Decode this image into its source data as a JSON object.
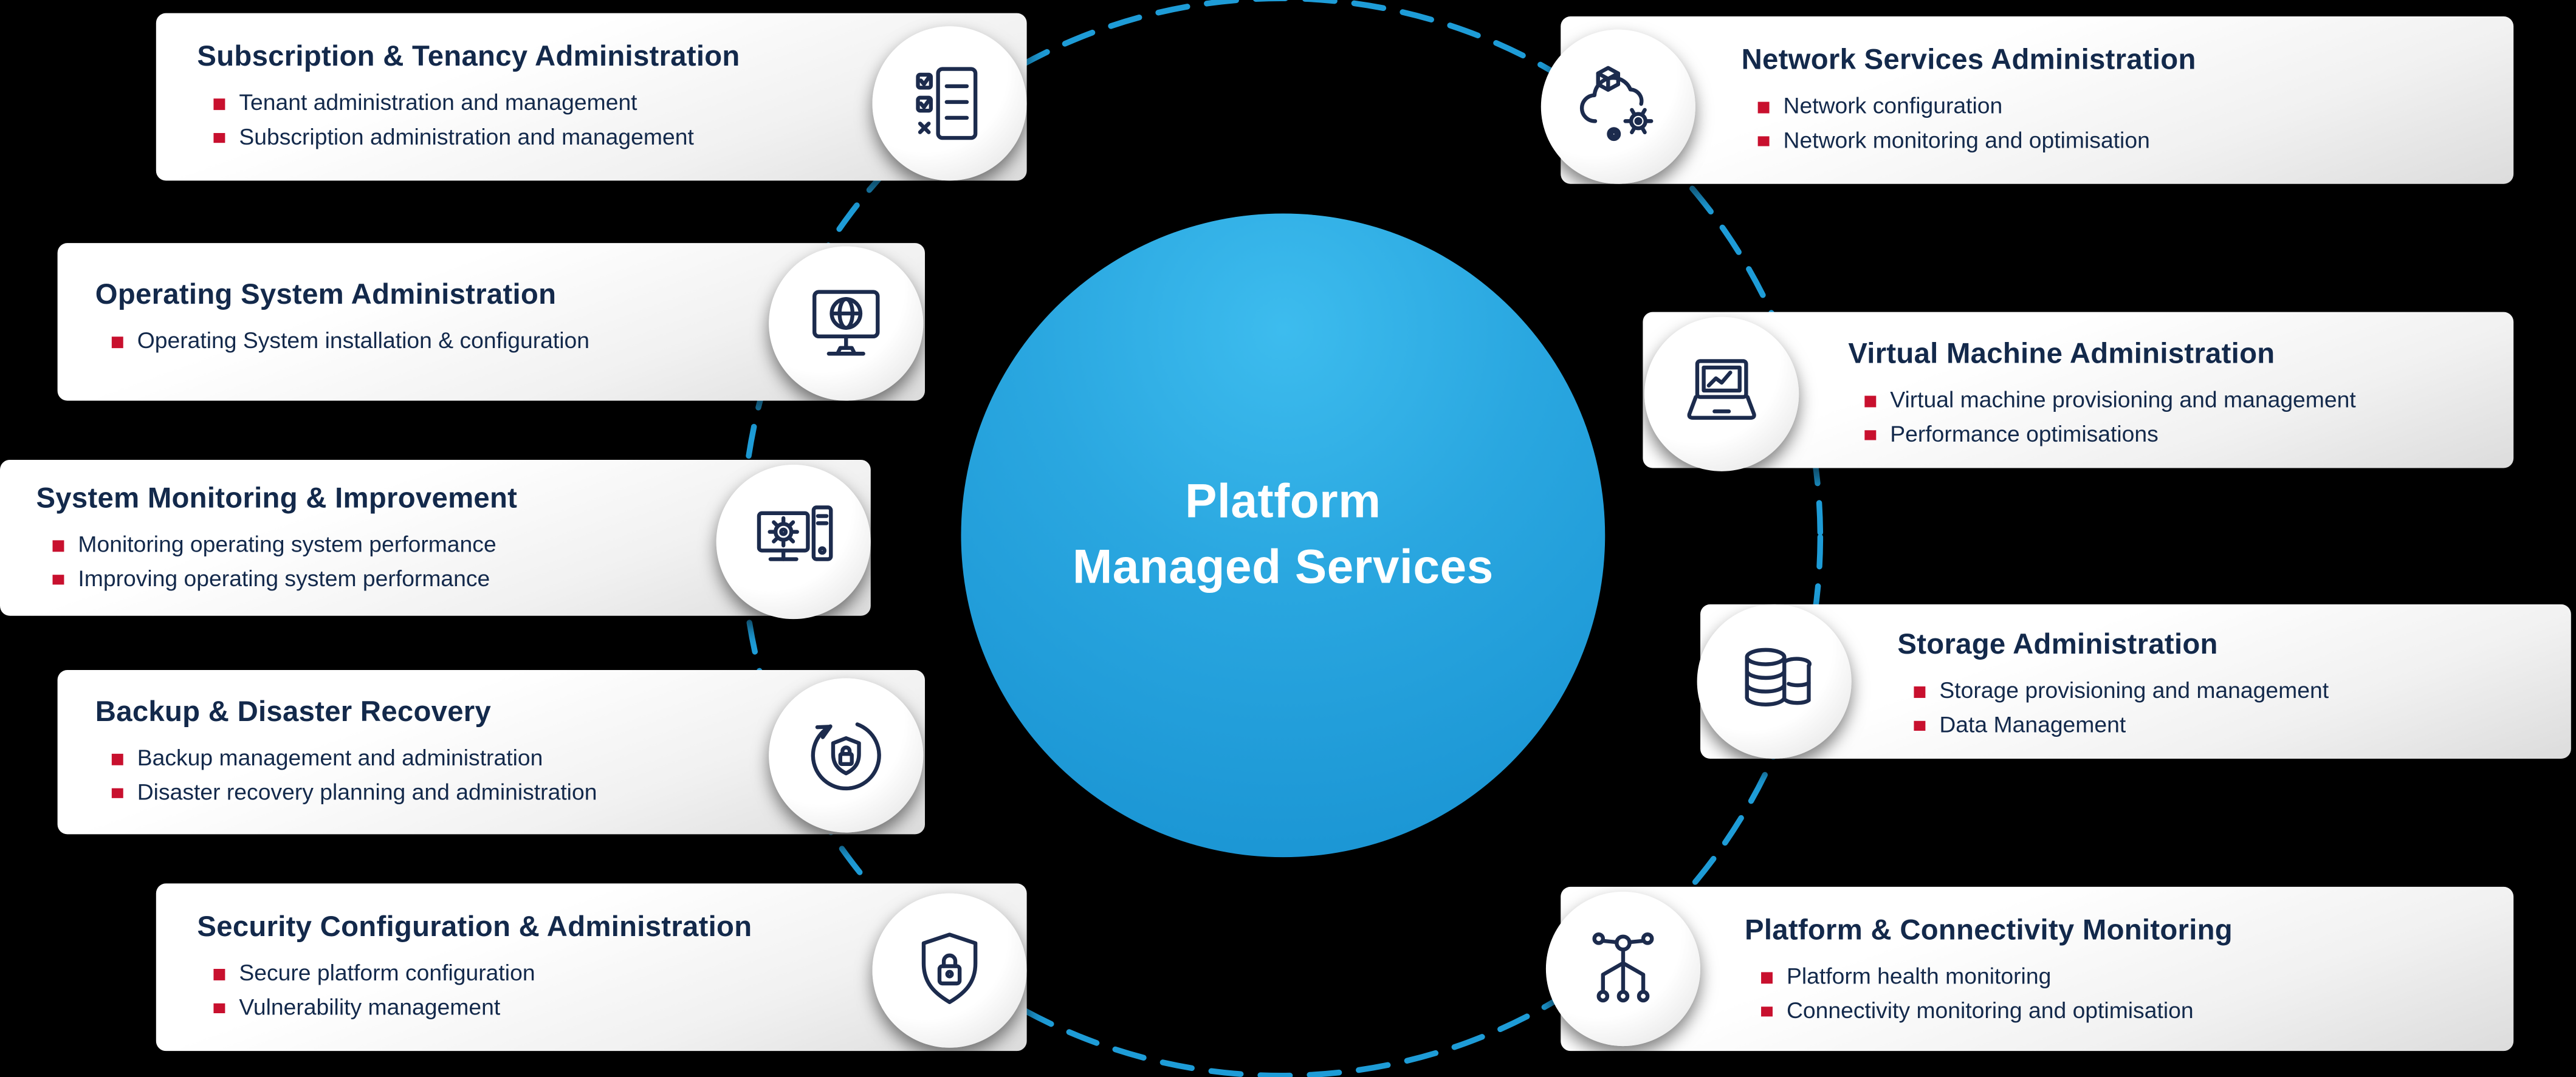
{
  "center": {
    "line1": "Platform",
    "line2": "Managed Services"
  },
  "colors": {
    "background": "#000000",
    "orbit_dash_blue": "#1E9CD7",
    "center_circle_blue_top": "#3DBCEE",
    "center_circle_blue_bottom": "#1791D1",
    "card_background": "#FFFFFF",
    "title_navy": "#13294B",
    "bullet_red": "#C8102E",
    "icon_stroke_navy": "#1C2B4D"
  },
  "cards": [
    {
      "title": "Subscription & Tenancy Administration",
      "icon": "checklist-icon",
      "bullets": [
        "Tenant administration and management",
        "Subscription administration and management"
      ]
    },
    {
      "title": "Operating System Administration",
      "icon": "globe-monitor-icon",
      "bullets": [
        "Operating System installation & configuration"
      ]
    },
    {
      "title": "System Monitoring & Improvement",
      "icon": "monitor-gear-server-icon",
      "bullets": [
        "Monitoring operating system performance",
        "Improving operating system performance"
      ]
    },
    {
      "title": "Backup & Disaster Recovery",
      "icon": "shield-recovery-arrow-icon",
      "bullets": [
        "Backup management and administration",
        "Disaster recovery planning and administration"
      ]
    },
    {
      "title": "Security Configuration & Administration",
      "icon": "shield-padlock-icon",
      "bullets": [
        "Secure platform configuration",
        "Vulnerability management"
      ]
    },
    {
      "title": "Network Services Administration",
      "icon": "cloud-network-gear-icon",
      "bullets": [
        "Network configuration",
        "Network monitoring and optimisation"
      ]
    },
    {
      "title": "Virtual Machine Administration",
      "icon": "laptop-vm-icon",
      "bullets": [
        "Virtual machine provisioning and management",
        "Performance optimisations"
      ]
    },
    {
      "title": "Storage Administration",
      "icon": "database-storage-icon",
      "bullets": [
        "Storage provisioning and management",
        "Data Management"
      ]
    },
    {
      "title": "Platform & Connectivity Monitoring",
      "icon": "connectivity-nodes-icon",
      "bullets": [
        "Platform health monitoring",
        "Connectivity monitoring and optimisation"
      ]
    }
  ]
}
